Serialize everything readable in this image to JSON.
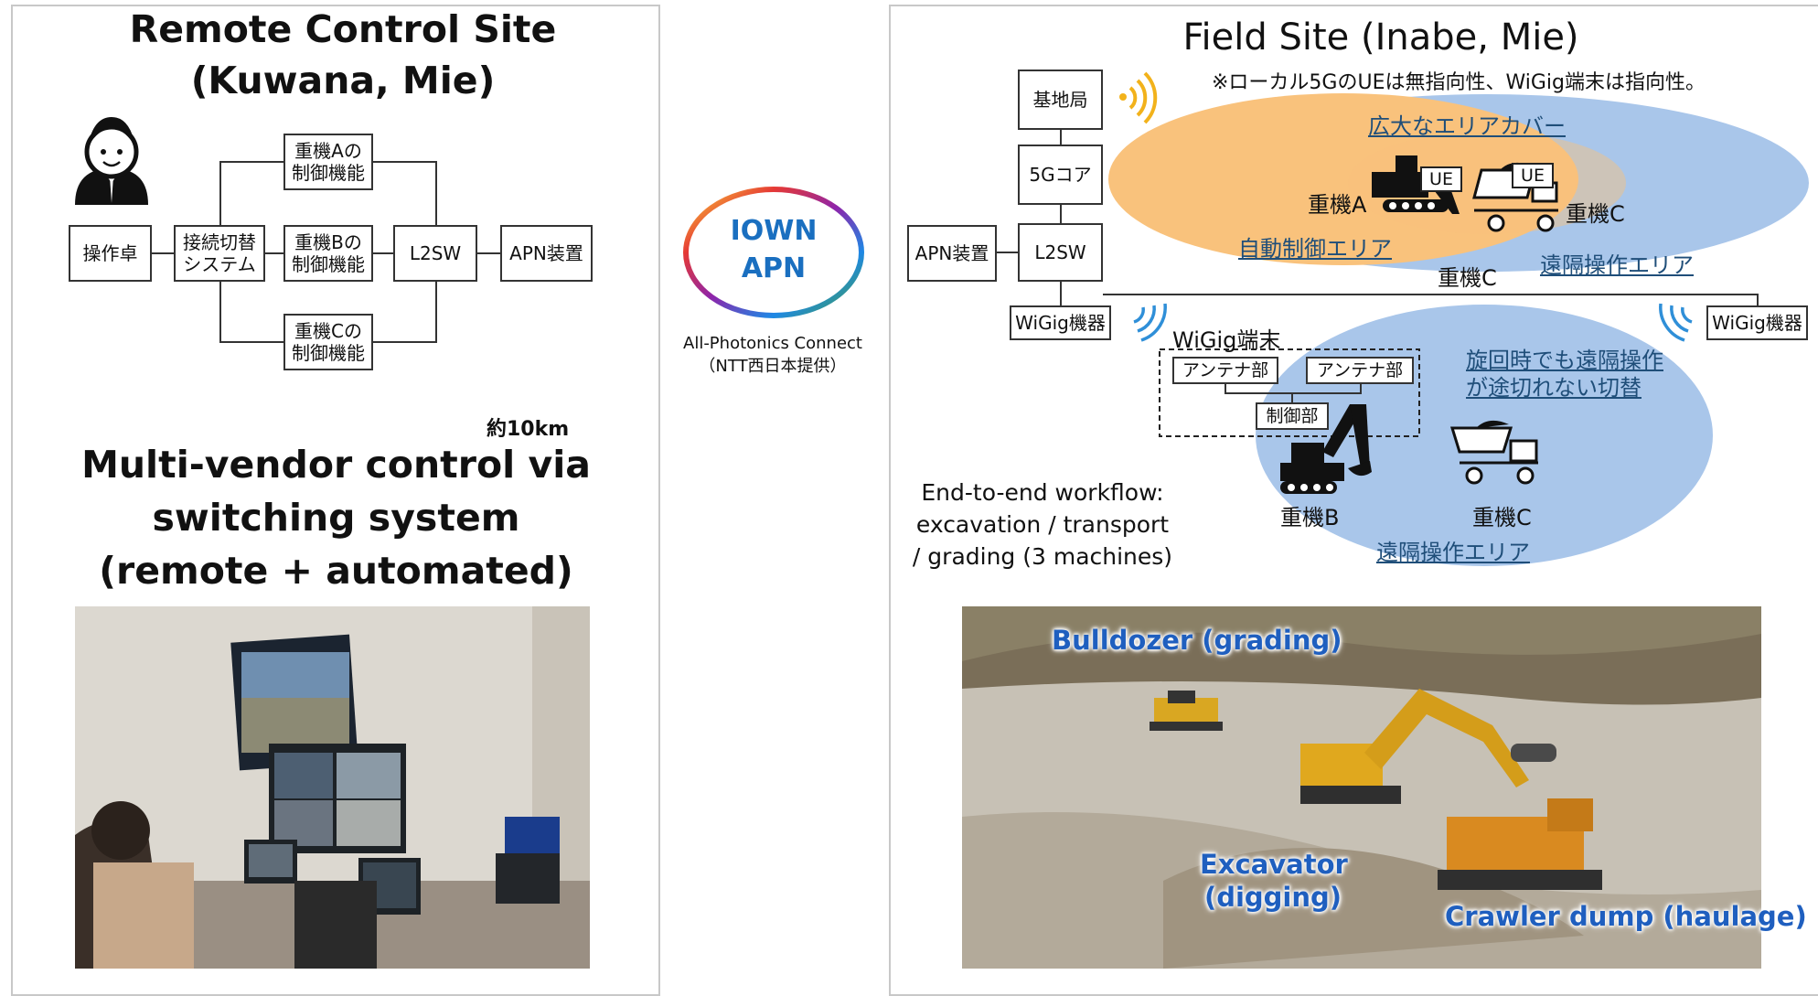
{
  "left_panel": {
    "title_line1": "Remote Control Site",
    "title_line2": "(Kuwana, Mie)",
    "operator_console": "操作卓",
    "switch_system": "接続切替\nシステム",
    "machine_a_ctrl": "重機Aの\n制御機能",
    "machine_b_ctrl": "重機Bの\n制御機能",
    "machine_c_ctrl": "重機Cの\n制御機能",
    "l2sw": "L2SW",
    "apn_device": "APN装置",
    "distance": "約10km",
    "caption_line1": "Multi-vendor control via",
    "caption_line2": "switching system",
    "caption_line3": "(remote + automated)"
  },
  "center": {
    "iown_line1": "IOWN",
    "iown_line2": "APN",
    "provider_line1": "All-Photonics Connect",
    "provider_line2": "（NTT西日本提供）"
  },
  "right_panel": {
    "title": "Field Site (Inabe, Mie)",
    "note": "※ローカル5GのUEは無指向性、WiGig端末は指向性。",
    "base_station": "基地局",
    "core_5g": "5Gコア",
    "l2sw": "L2SW",
    "apn_device": "APN装置",
    "wigig_left": "WiGig機器",
    "wigig_right": "WiGig機器",
    "wide_area": "広大なエリアカバー",
    "ue1": "UE",
    "ue2": "UE",
    "machine_a": "重機A",
    "machine_c_top": "重機C",
    "auto_area": "自動制御エリア",
    "machine_c_mid": "重機C",
    "remote_area_top": "遠隔操作エリア",
    "wigig_terminal": "WiGig端末",
    "antenna1": "アンテナ部",
    "antenna2": "アンテナ部",
    "control_unit": "制御部",
    "swing_line1": "旋回時でも遠隔操作",
    "swing_line2": "が途切れない切替",
    "machine_b": "重機B",
    "machine_c_bottom": "重機C",
    "remote_area_bottom": "遠隔操作エリア",
    "workflow_line1": "End-to-end workflow:",
    "workflow_line2": "excavation / transport",
    "workflow_line3": "/ grading (3 machines)"
  },
  "photo": {
    "bulldozer": "Bulldozer (grading)",
    "excavator_line1": "Excavator",
    "excavator_line2": "(digging)",
    "dump": "Crawler dump (haulage)"
  },
  "colors": {
    "orange_area": "#f9c27c",
    "blue_area": "#a9c6ea",
    "label_blue": "#1f5fbf",
    "iown_blue": "#1a6fc0"
  }
}
